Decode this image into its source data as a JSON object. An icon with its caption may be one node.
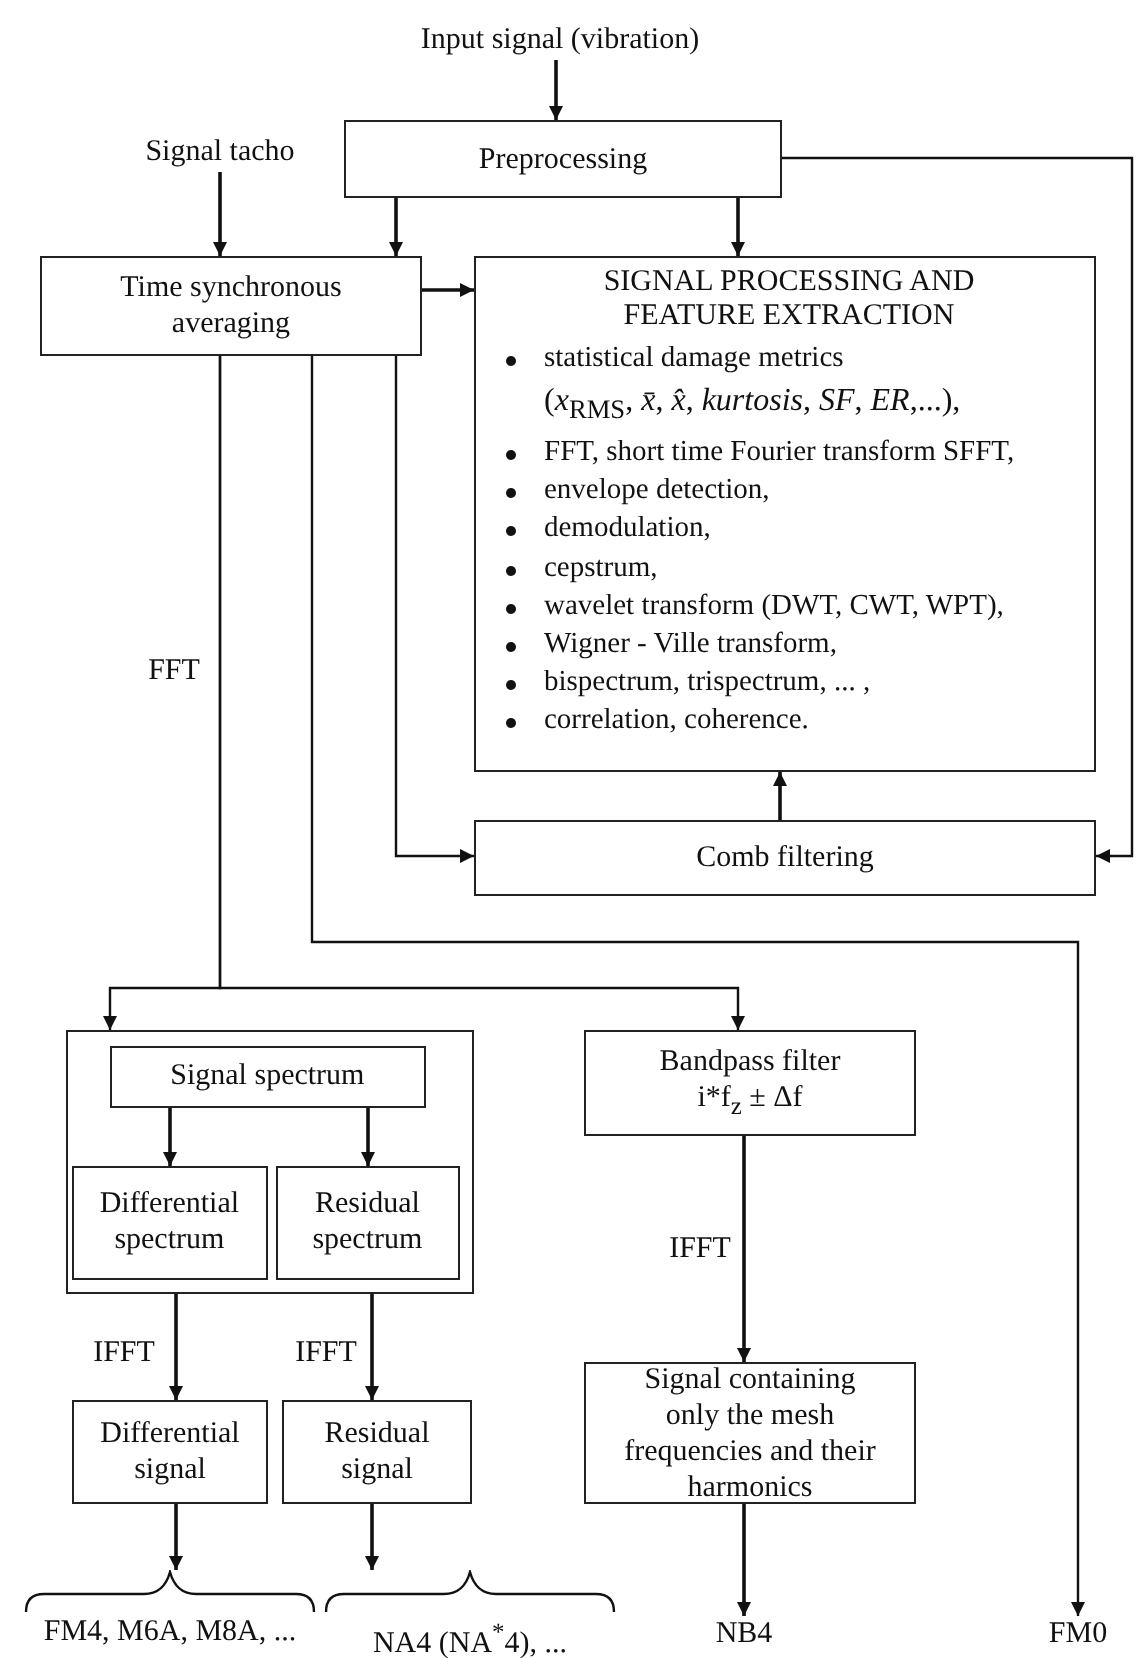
{
  "diagram": {
    "nodes": [
      {
        "text": [
          "Input signal (vibration)"
        ]
      },
      {
        "text": [
          "Preprocessing"
        ]
      },
      {
        "text": [
          "Signal tacho"
        ]
      },
      {
        "text": [
          "Time synchronous averaging"
        ]
      },
      {
        "text": [
          "SIGNAL PROCESSING AND FEATURE EXTRACTION",
          "statistical damage metrics",
          "(*x*$_{RMS}$, *x̄*, *x̂*, *kurtosis*, *SF*, *ER*,...),",
          "FFT,  short time Fourier transform SFFT,",
          "envelope detection,",
          "demodulation,",
          "cepstrum,",
          "wavelet transform (DWT, CWT, WPT),",
          "Wigner - Ville transform,",
          "bispectrum, trispectrum, ... ,",
          "correlation, coherence."
        ]
      },
      {
        "text": [
          "Comb filtering"
        ]
      },
      {
        "text": [],
        "shape": "box"
      },
      {
        "text": [
          "Signal spectrum"
        ],
        "in": 6
      },
      {
        "text": [
          "Differential spectrum"
        ],
        "in": 6
      },
      {
        "text": [
          "Residual spectrum"
        ],
        "in": 6
      },
      {
        "text": [
          "Bandpass filter",
          "i*f$_{z}$ ± Δf"
        ]
      },
      {
        "text": [
          "Differential signal"
        ]
      },
      {
        "text": [
          "Residual signal"
        ]
      },
      {
        "text": [
          "Signal containing only the mesh frequencies and their harmonics"
        ]
      },
      {
        "text": [
          "FM4, M6A, M8A, ..."
        ]
      },
      {
        "text": [
          "NA4 (NA$^{*}$4), ..."
        ]
      },
      {
        "text": [
          "NB4"
        ]
      },
      {
        "text": [
          "FM0"
        ]
      }
    ],
    "edges": [
      {
        "from": 0,
        "to": 1,
        "arrow": "to"
      },
      {
        "from": 2,
        "to": 3,
        "arrow": "to"
      },
      {
        "from": 1,
        "to": 3,
        "arrow": "to"
      },
      {
        "from": 1,
        "to": 4,
        "arrow": "to"
      },
      {
        "from": 1,
        "to": 5,
        "arrow": "to"
      },
      {
        "from": 3,
        "to": 4,
        "arrow": "to"
      },
      {
        "from": 3,
        "to": 5,
        "arrow": "to"
      },
      {
        "from": 5,
        "to": 4,
        "arrow": "to"
      },
      {
        "from": 3,
        "to": 6,
        "arrow": "to",
        "label": "FFT"
      },
      {
        "from": 3,
        "to": 10,
        "arrow": "to"
      },
      {
        "from": 3,
        "to": 17,
        "arrow": "to"
      },
      {
        "from": 7,
        "to": 8,
        "arrow": "to"
      },
      {
        "from": 7,
        "to": 9,
        "arrow": "to"
      },
      {
        "from": 6,
        "to": 11,
        "arrow": "to",
        "label": "IFFT"
      },
      {
        "from": 6,
        "to": 12,
        "arrow": "to",
        "label": "IFFT"
      },
      {
        "from": 10,
        "to": 13,
        "arrow": "to",
        "label": "IFFT"
      },
      {
        "from": 11,
        "to": 14,
        "arrow": "to"
      },
      {
        "from": 12,
        "to": 15,
        "arrow": "to"
      },
      {
        "from": 13,
        "to": 16,
        "arrow": "to"
      }
    ]
  }
}
